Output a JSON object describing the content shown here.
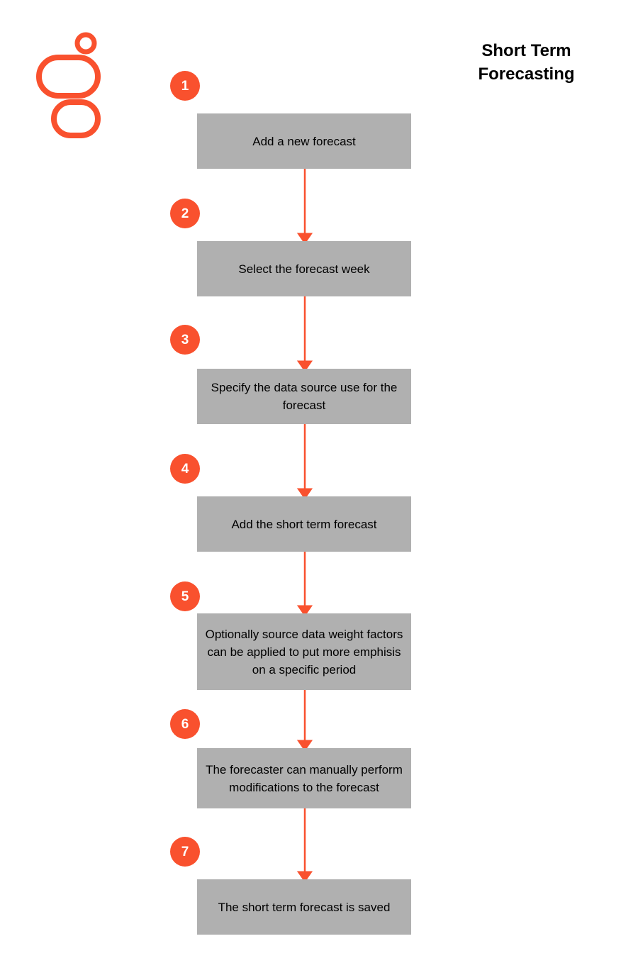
{
  "page": {
    "title_line1": "Short Term",
    "title_line2": "Forecasting",
    "title": "Short Term\nForecasting",
    "background_color": "#ffffff"
  },
  "theme": {
    "accent_color": "#f9512e",
    "box_fill_color": "#b0b0b0",
    "box_text_color": "#000000",
    "badge_text_color": "#ffffff",
    "arrow_color": "#f9512e"
  },
  "logo": {
    "name": "brand-logo",
    "color": "#f9512e",
    "shapes": [
      "small-circle",
      "wide-rounded-rect",
      "small-rounded-rect"
    ]
  },
  "flowchart": {
    "type": "vertical-process-flow",
    "step_count": 7,
    "steps": [
      {
        "number": "1",
        "label": "Add a new forecast"
      },
      {
        "number": "2",
        "label": "Select the forecast week"
      },
      {
        "number": "3",
        "label": "Specify the data source use for the forecast"
      },
      {
        "number": "4",
        "label": "Add the short term forecast"
      },
      {
        "number": "5",
        "label": "Optionally source data weight factors can be applied to put more emphisis on a specific period"
      },
      {
        "number": "6",
        "label": "The forecaster can manually perform modifications to the forecast"
      },
      {
        "number": "7",
        "label": "The short term forecast is saved"
      }
    ]
  }
}
